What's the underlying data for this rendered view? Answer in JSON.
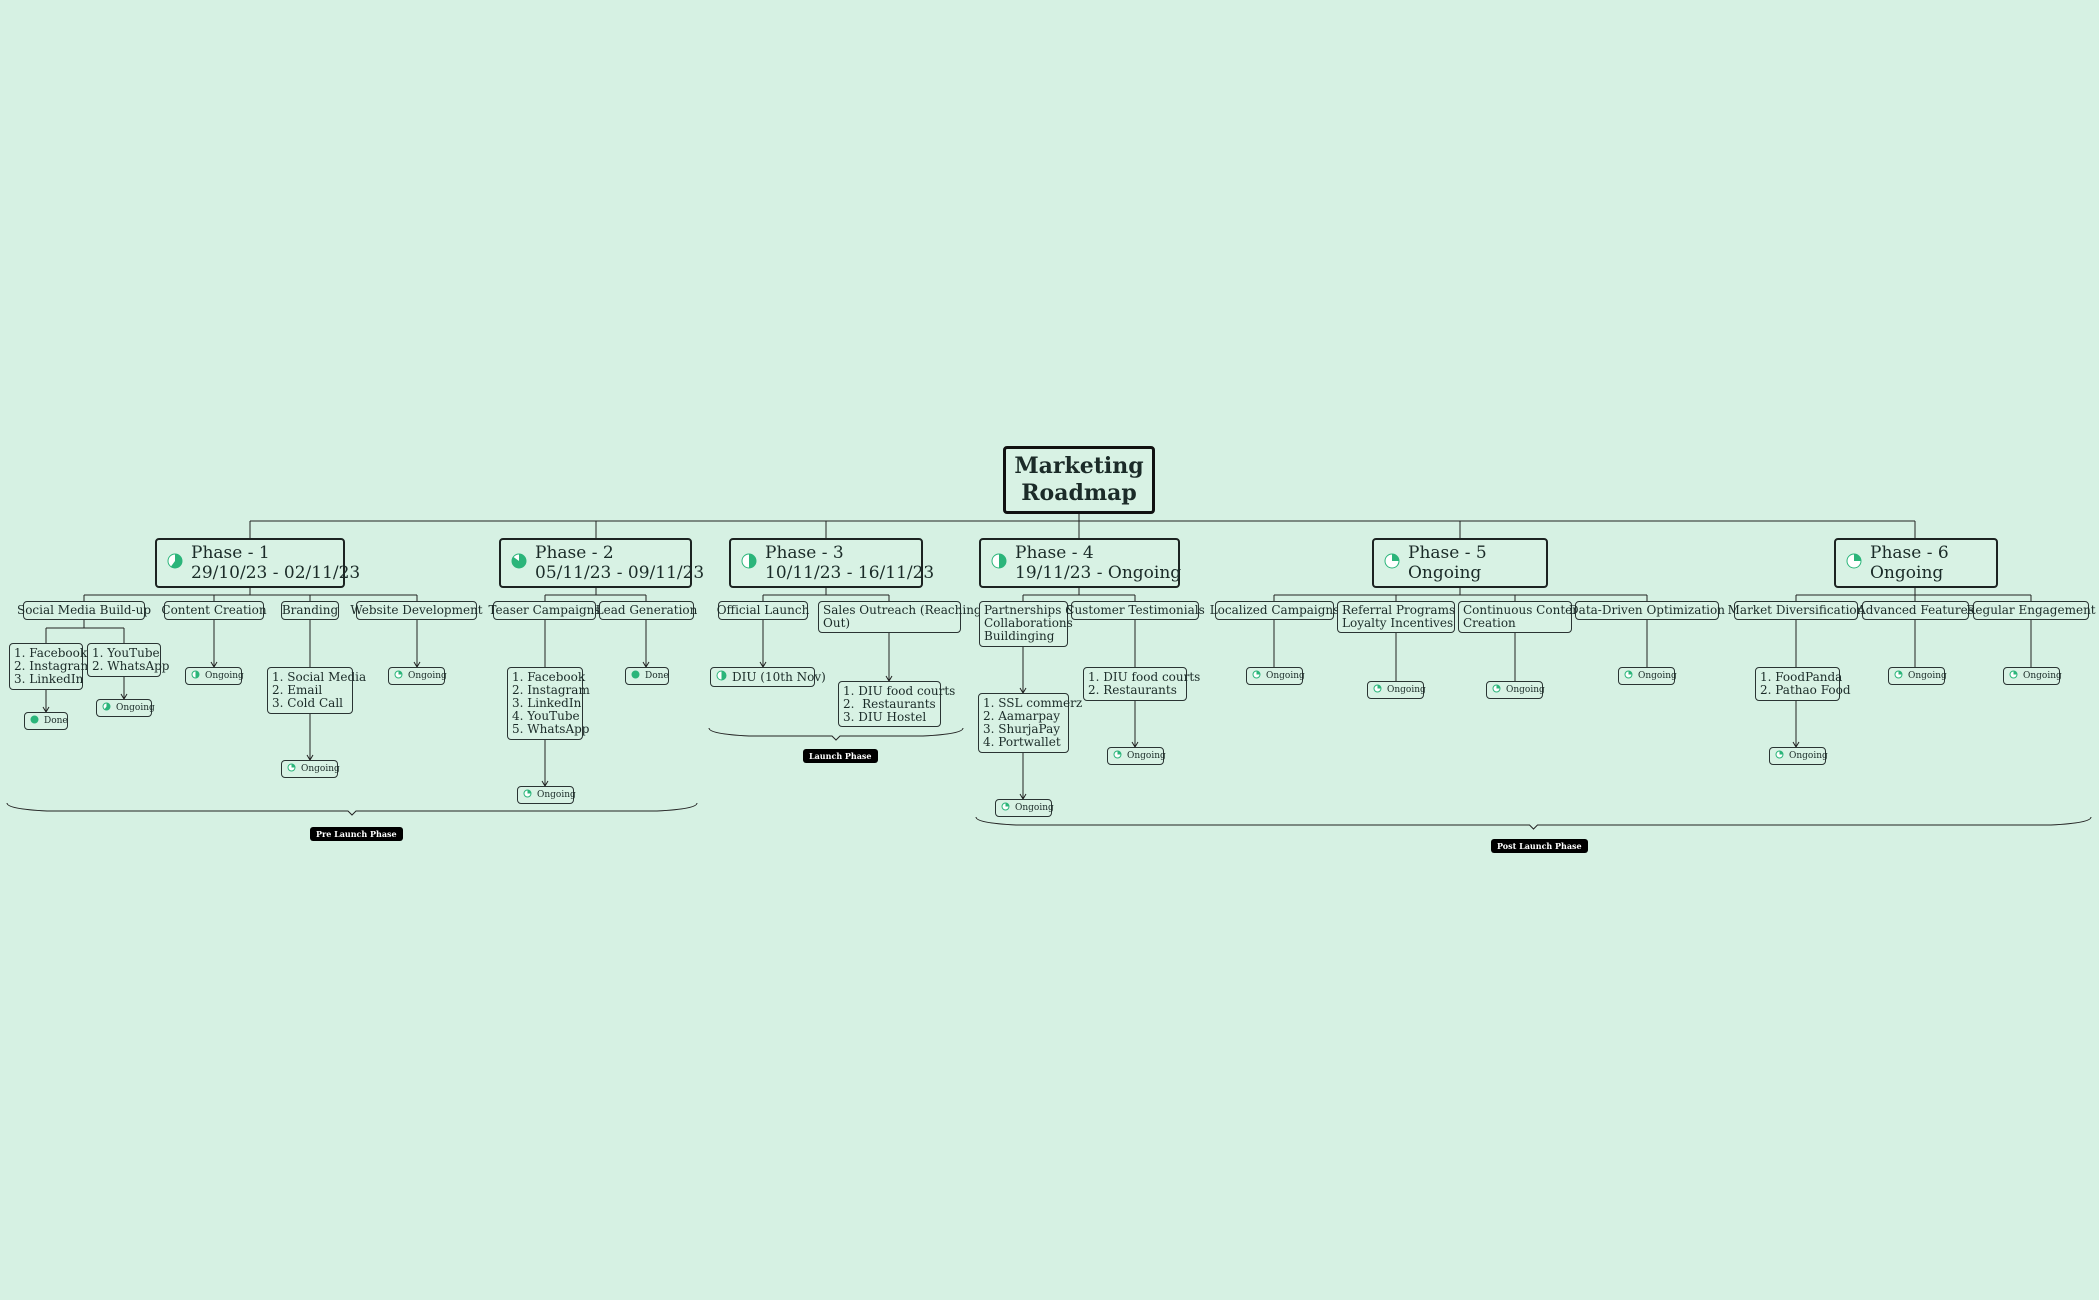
{
  "root": {
    "title": "Marketing\nRoadmap"
  },
  "colors": {
    "background": "#d6f1e3",
    "progress": "#2bb57a",
    "line": "#222222"
  },
  "phases": [
    {
      "label": "Phase - 1\n29/10/23 - 02/11/23",
      "progress": 0.6
    },
    {
      "label": "Phase - 2\n05/11/23 - 09/11/23",
      "progress": 0.85
    },
    {
      "label": "Phase - 3\n10/11/23 - 16/11/23",
      "progress": 0.5
    },
    {
      "label": "Phase - 4\n19/11/23 - Ongoing",
      "progress": 0.5
    },
    {
      "label": "Phase - 5\nOngoing",
      "progress": 0.25
    },
    {
      "label": "Phase - 6\nOngoing",
      "progress": 0.25
    }
  ],
  "topics": {
    "social_media_buildup": "Social Media Build-up",
    "content_creation": "Content Creation",
    "branding": "Branding",
    "website_development": "Website Development",
    "teaser_campaigns": "Teaser Campaigns",
    "lead_generation": "Lead Generation",
    "official_launch": "Official Launch",
    "sales_outreach": "Sales Outreach (Reaching\nOut)",
    "partnerships": "Partnerships &\nCollaborations\nBuildinging",
    "customer_testimonials": "Customer Testimonials",
    "localized_campaigns": "Localized Campaigns",
    "referral_programs": "Referral Programs &\nLoyalty Incentives",
    "continuous_content": "Continuous Content\nCreation",
    "data_driven": "Data-Driven Optimization",
    "market_diversification": "Market Diversification",
    "advanced_features": "Advanced Features",
    "regular_engagement": "Regular Engagement"
  },
  "lists": {
    "smb_list_1": "1. Facebook\n2. Instagram\n3. LinkedIn",
    "smb_list_2": "1. YouTube\n2. WhatsApp",
    "branding_list": "1. Social Media\n2. Email\n3. Cold Call",
    "teaser_list": "1. Facebook\n2. Instagram\n3. LinkedIn\n4. YouTube\n5. WhatsApp",
    "sales_list": "1. DIU food courts\n2.  Restaurants\n3. DIU Hostel",
    "partnerships_list": "1. SSL commerz\n2. Aamarpay\n3. ShurjaPay\n4. Portwallet",
    "testimonials_list": "1. DIU food courts\n2. Restaurants",
    "diversification_list": "1. FoodPanda\n2. Pathao Food"
  },
  "statuses": {
    "done": "Done",
    "ongoing": "Ongoing",
    "diu_launch": "DIU (10th Nov)"
  },
  "summaries": {
    "pre_launch": "Pre Launch Phase",
    "launch": "Launch Phase",
    "post_launch": "Post Launch Phase"
  }
}
